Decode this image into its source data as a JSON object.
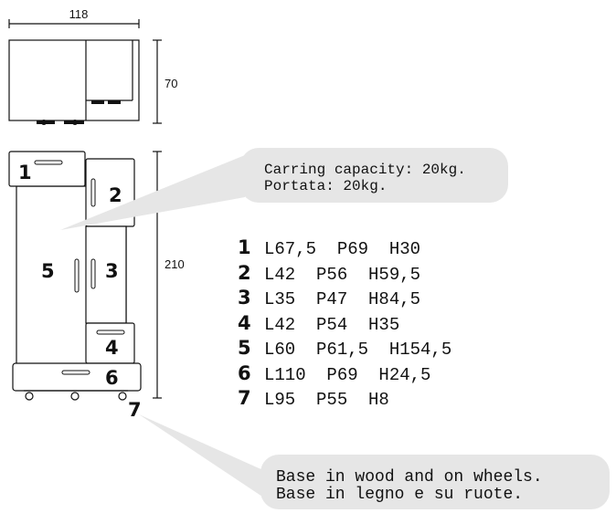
{
  "dimensions": {
    "width": "118",
    "depth": "70",
    "height": "210"
  },
  "part_numbers": [
    "1",
    "2",
    "3",
    "4",
    "5",
    "6",
    "7"
  ],
  "specs": [
    {
      "num": "1",
      "text": "L67,5  P69  H30"
    },
    {
      "num": "2",
      "text": "L42  P56  H59,5"
    },
    {
      "num": "3",
      "text": "L35  P47  H84,5"
    },
    {
      "num": "4",
      "text": "L42  P54  H35"
    },
    {
      "num": "5",
      "text": "L60  P61,5  H154,5"
    },
    {
      "num": "6",
      "text": "L110  P69  H24,5"
    },
    {
      "num": "7",
      "text": "L95  P55  H8"
    }
  ],
  "capacity_note": {
    "line1": "Carring capacity: 20kg.",
    "line2": "Portata: 20kg."
  },
  "base_note": {
    "line1": "Base in wood and on wheels.",
    "line2": "Base in legno e su ruote."
  },
  "colors": {
    "bubble": "#e6e6e6",
    "ink": "#111111"
  }
}
